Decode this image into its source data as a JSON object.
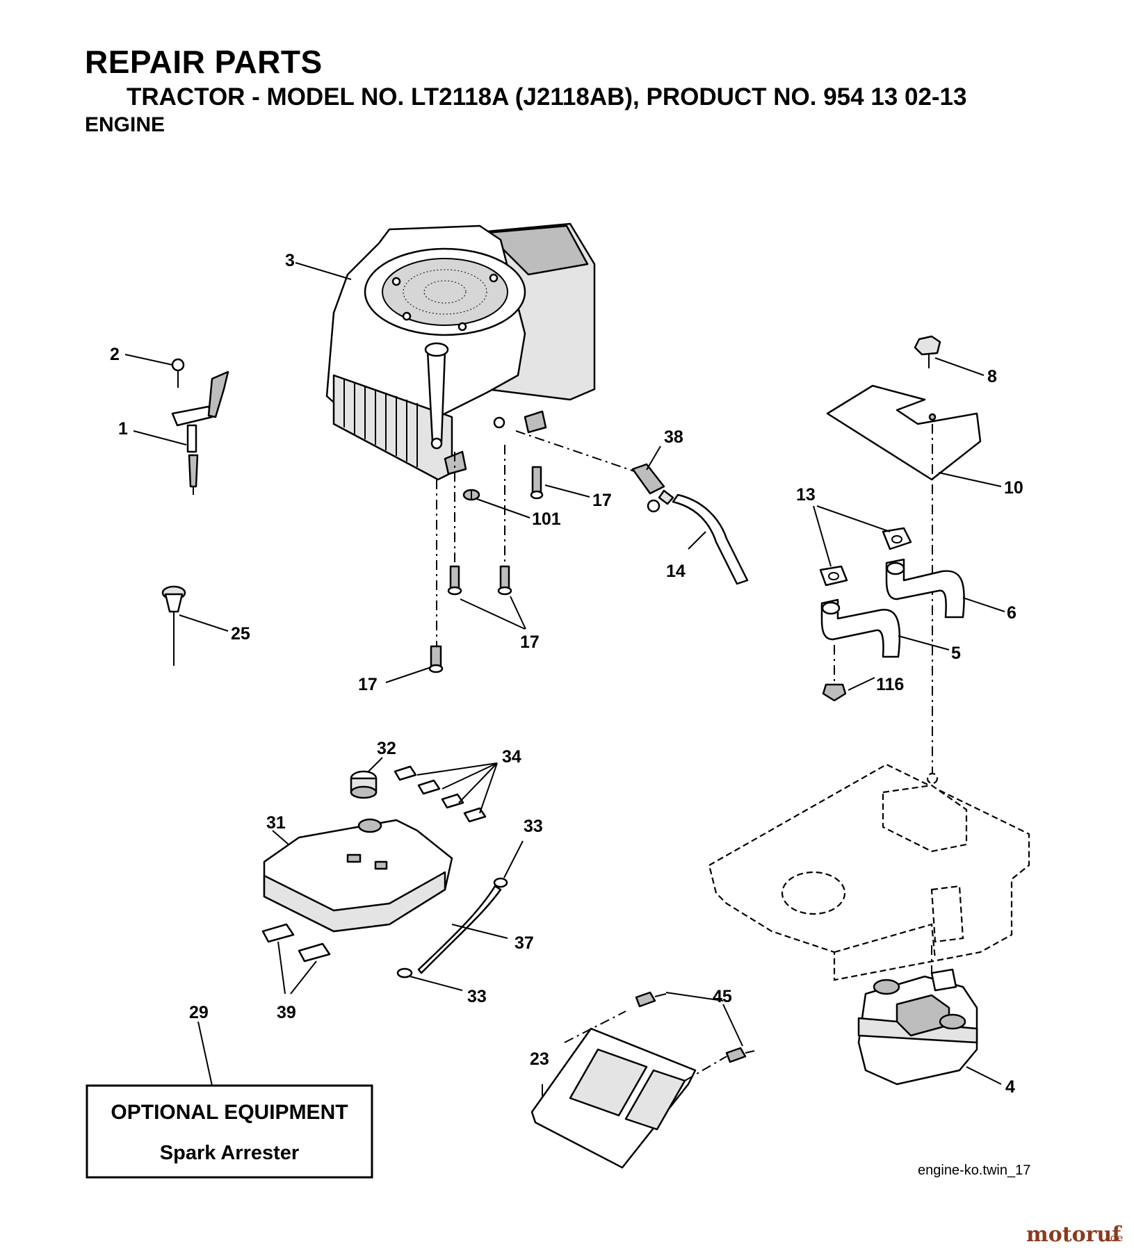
{
  "header": {
    "title": "REPAIR PARTS",
    "model_line": "TRACTOR - MODEL NO. LT2118A (J2118AB),  PRODUCT NO. 954 13 02-13",
    "section": "ENGINE"
  },
  "callouts": {
    "c1": "1",
    "c2": "2",
    "c3": "3",
    "c4": "4",
    "c5": "5",
    "c6": "6",
    "c8": "8",
    "c10": "10",
    "c13": "13",
    "c14": "14",
    "c17a": "17",
    "c17b": "17",
    "c17c": "17",
    "c23": "23",
    "c25": "25",
    "c29": "29",
    "c31": "31",
    "c32": "32",
    "c33a": "33",
    "c33b": "33",
    "c34": "34",
    "c37": "37",
    "c38": "38",
    "c39": "39",
    "c45": "45",
    "c101": "101",
    "c116": "116"
  },
  "optional_box": {
    "title": "OPTIONAL EQUIPMENT",
    "item": "Spark Arrester"
  },
  "file_name": "engine-ko.twin_17",
  "watermark": {
    "brand": "motoruf",
    "suffix": ".de",
    "color": "#8b3a1e"
  }
}
